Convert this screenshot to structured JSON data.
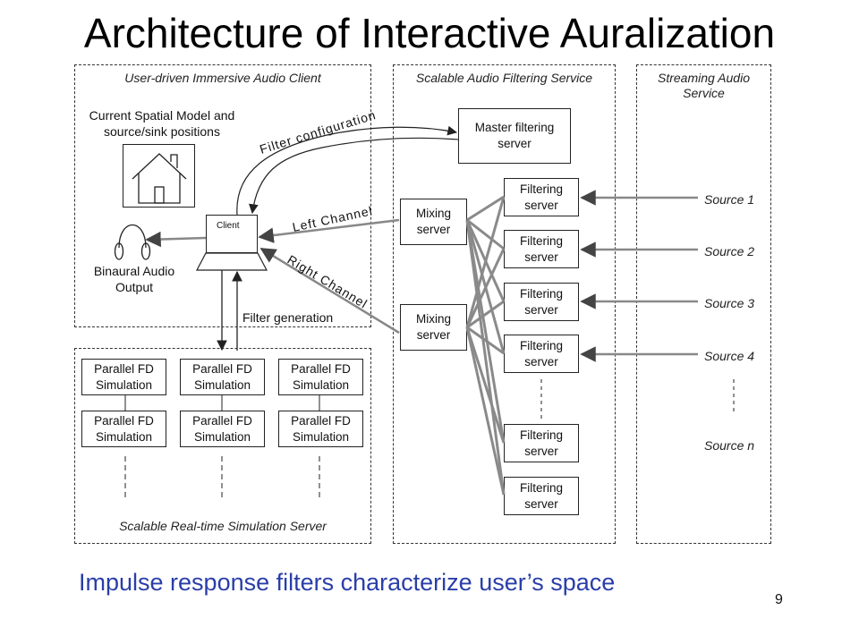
{
  "title": "Architecture of Interactive Auralization",
  "panels": {
    "client": "User-driven Immersive Audio Client",
    "filtering": "Scalable Audio Filtering Service",
    "streaming": "Streaming Audio Service",
    "simulation": "Scalable Real-time Simulation Server"
  },
  "client_area": {
    "spatial_model_label": "Current Spatial Model and source/sink positions",
    "client_label": "Client",
    "binaural_label": "Binaural Audio Output",
    "filter_generation": "Filter generation"
  },
  "arrows": {
    "filter_configuration": "Filter configuration",
    "left_channel": "Left Channel",
    "right_channel": "Right Channel"
  },
  "simulation_boxes": [
    "Parallel FD Simulation",
    "Parallel FD Simulation",
    "Parallel FD Simulation",
    "Parallel FD Simulation",
    "Parallel FD Simulation",
    "Parallel FD Simulation"
  ],
  "master_server": "Master filtering server",
  "mixing_servers": [
    "Mixing server",
    "Mixing server"
  ],
  "filtering_servers": [
    "Filtering server",
    "Filtering server",
    "Filtering server",
    "Filtering server",
    "Filtering server",
    "Filtering server"
  ],
  "sources": [
    "Source 1",
    "Source 2",
    "Source 3",
    "Source 4",
    "Source n"
  ],
  "footer": "Impulse response filters characterize user’s space",
  "page_number": "9"
}
